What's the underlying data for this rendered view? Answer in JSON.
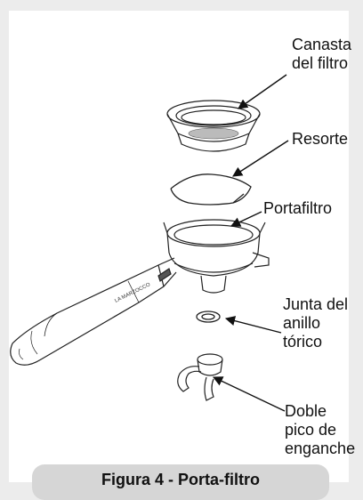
{
  "figure": {
    "labels": {
      "basket": [
        "Canasta",
        "del filtro"
      ],
      "spring": "Resorte",
      "portafilter": "Portafiltro",
      "oring": [
        "Junta del",
        "anillo",
        "tórico"
      ],
      "spout": [
        "Doble",
        "pico de",
        "enganche"
      ]
    },
    "handle_marking": "LA MARZOCCO",
    "caption": "Figura 4 - Porta-filtro"
  },
  "colors": {
    "background": "#ececec",
    "panel": "#ffffff",
    "caption_bg": "#d6d6d6",
    "ink": "#111111"
  }
}
